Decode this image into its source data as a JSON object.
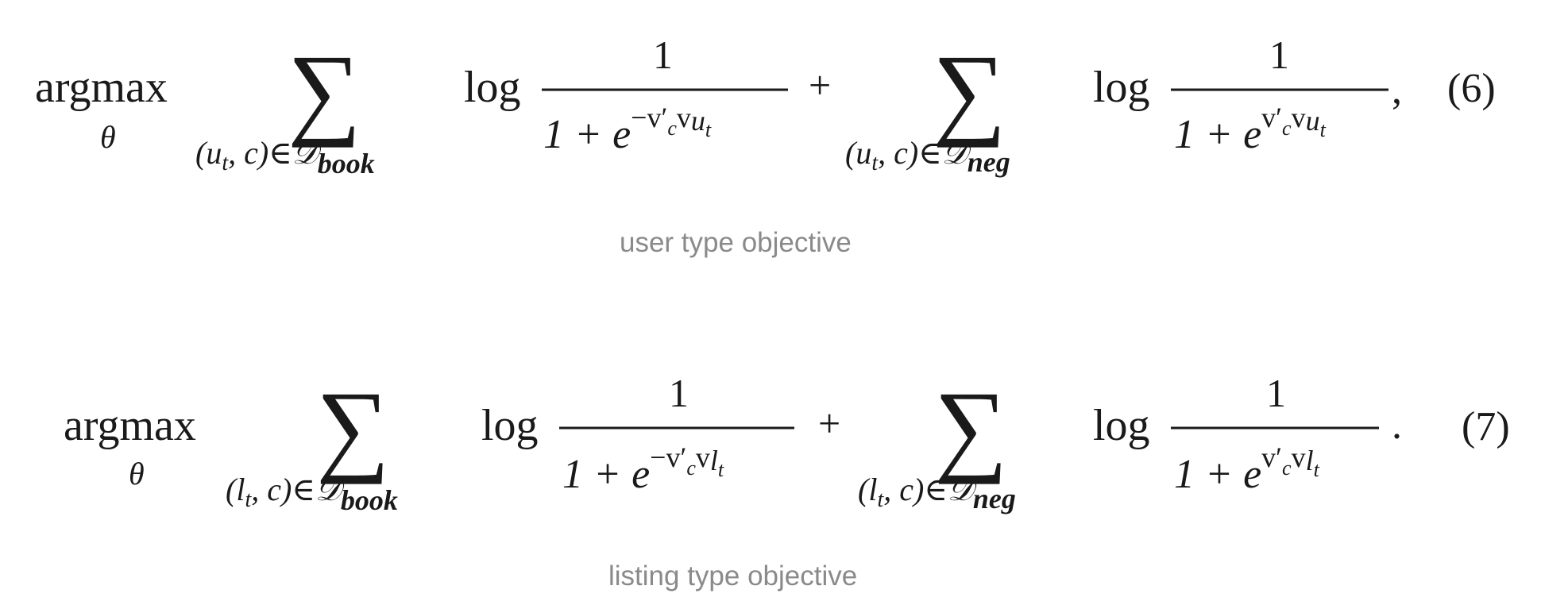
{
  "equations": [
    {
      "op": "argmax",
      "op_sub": "θ",
      "log": "log",
      "numerator": "1",
      "denominator_base": "1 + e",
      "denominator_exp_pos": "v′",
      "denominator_exp_neg": "−v′",
      "exp_sub_c": "c",
      "exp_v": "v",
      "var": "u",
      "var_sub": "t",
      "plus": "+",
      "sum1_sub": "(u",
      "sum1_sub_t": "t",
      "sum1_sub_rest": ", c)∈",
      "set_symbol": "𝒟",
      "set1_sub": "book",
      "set2_sub": "neg",
      "trail_punct": ",",
      "number": "(6)",
      "caption": "user type objective"
    },
    {
      "op": "argmax",
      "op_sub": "θ",
      "log": "log",
      "numerator": "1",
      "denominator_base": "1 + e",
      "denominator_exp_pos": "v′",
      "denominator_exp_neg": "−v′",
      "exp_sub_c": "c",
      "exp_v": "v",
      "var": "l",
      "var_sub": "t",
      "plus": "+",
      "sum1_sub": "(l",
      "sum1_sub_t": "t",
      "sum1_sub_rest": ", c)∈",
      "set_symbol": "𝒟",
      "set1_sub": "book",
      "set2_sub": "neg",
      "trail_punct": ".",
      "number": "(7)",
      "caption": "listing type objective"
    }
  ]
}
